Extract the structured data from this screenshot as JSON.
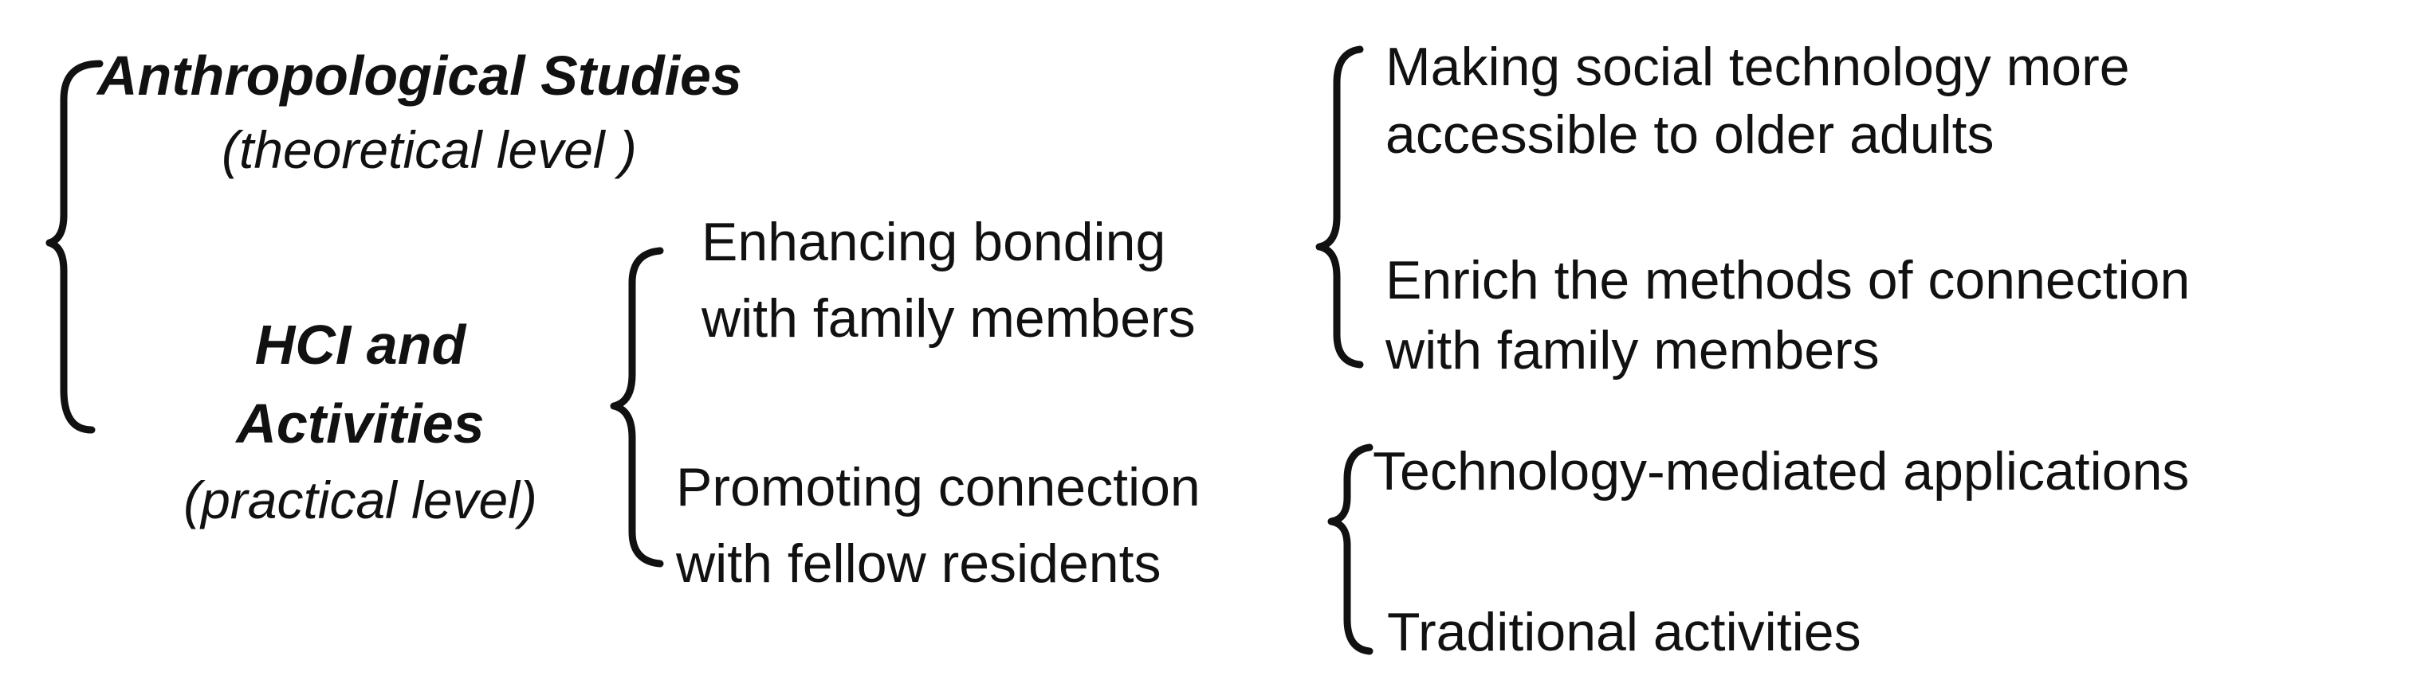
{
  "left_column": {
    "anthropological": {
      "title": "Anthropological Studies",
      "subtitle": "(theoretical level )"
    },
    "hci": {
      "title_line1": "HCI and",
      "title_line2": "Activities",
      "subtitle": "(practical level)"
    }
  },
  "middle_column": {
    "bonding": {
      "line1": "Enhancing bonding",
      "line2": "with family members"
    },
    "residents": {
      "line1": "Promoting connection",
      "line2": "with fellow residents"
    }
  },
  "right_column": {
    "accessible": {
      "line1": "Making social technology more",
      "line2": "accessible to older adults"
    },
    "enrich": {
      "line1": "Enrich the methods of connection",
      "line2": "with family members"
    },
    "tech_mediated": {
      "line1": "Technology-mediated applications"
    },
    "traditional": {
      "line1": "Traditional activities"
    }
  }
}
